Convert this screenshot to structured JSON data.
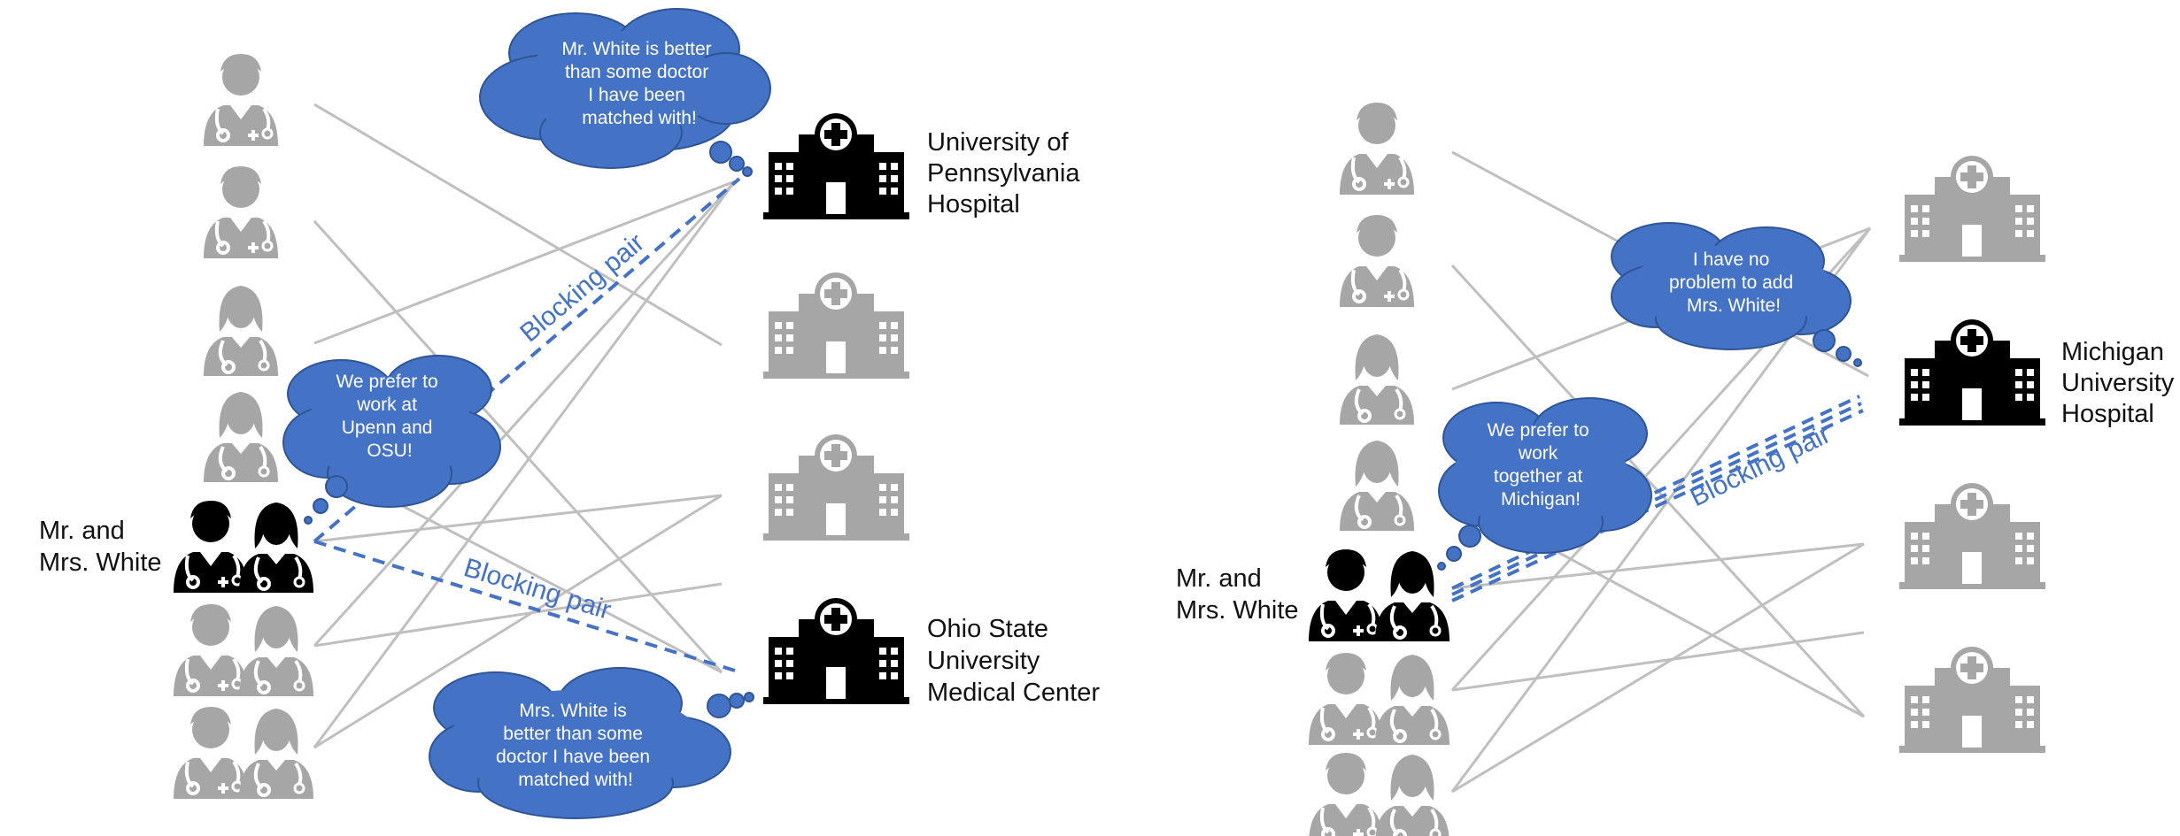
{
  "colors": {
    "accent_blue": "#4472C4",
    "cloud_fill": "#4472C4",
    "cloud_stroke": "#2F5597",
    "active_icon": "#000000",
    "inactive_icon": "#A6A6A6",
    "edge_gray": "#BFBFBF",
    "text": "#111111"
  },
  "left_panel": {
    "couple_label": [
      "Mr. and",
      "Mrs. White"
    ],
    "hospital_penn_label": [
      "University of",
      "Pennsylvania",
      "Hospital"
    ],
    "hospital_osu_label": [
      "Ohio State",
      "University",
      "Medical Center"
    ],
    "cloud_penn": [
      "Mr. White is better",
      "than some doctor",
      "I have been",
      "matched with!"
    ],
    "cloud_couple": [
      "We prefer to",
      "work at",
      "Upenn and",
      "OSU!"
    ],
    "cloud_osu": [
      "Mrs. White is",
      "better than some",
      "doctor I have been",
      "matched with!"
    ],
    "blocking_pair_upper": "Blocking pair",
    "blocking_pair_lower": "Blocking pair"
  },
  "right_panel": {
    "couple_label": [
      "Mr. and",
      "Mrs. White"
    ],
    "hospital_michigan_label": [
      "Michigan",
      "University",
      "Hospital"
    ],
    "cloud_michigan": [
      "I have no",
      "problem to add",
      "Mrs. White!"
    ],
    "cloud_couple": [
      "We prefer to",
      "work",
      "together at",
      "Michigan!"
    ],
    "blocking_pair": "Blocking pair"
  },
  "icons": {
    "doctor_male": "doctor-male-icon",
    "doctor_female": "doctor-female-icon",
    "doctor_couple": "doctor-couple-icon",
    "hospital": "hospital-icon",
    "thought_cloud": "thought-cloud-icon"
  }
}
